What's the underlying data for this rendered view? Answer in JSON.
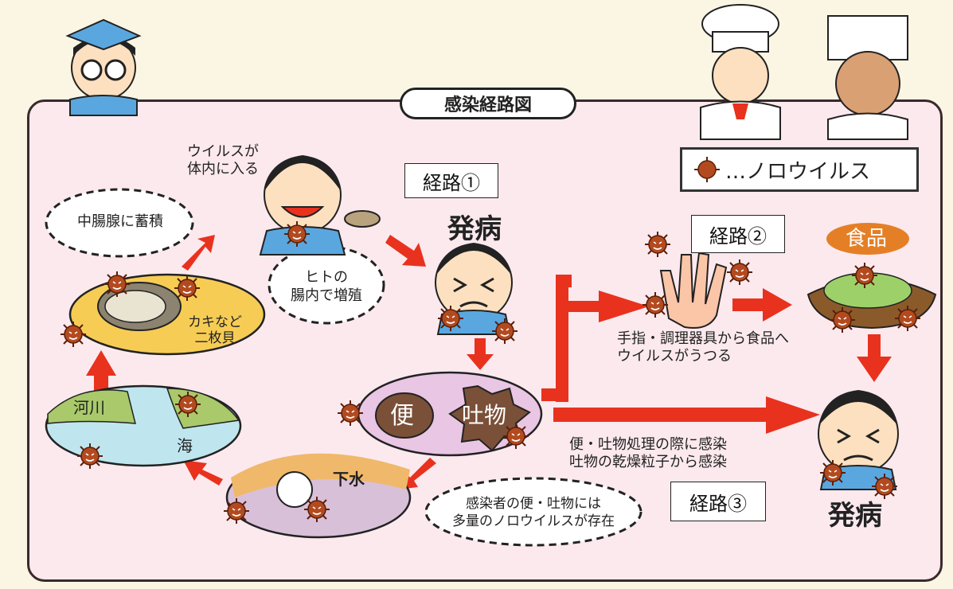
{
  "title": "感染経路図",
  "legend": {
    "icon": "norovirus-icon",
    "text": "…ノロウイルス"
  },
  "routes": {
    "route1": "経路①",
    "route2": "経路②",
    "route3": "経路③"
  },
  "labels": {
    "virus_enters_line1": "ウイルスが",
    "virus_enters_line2": "体内に入る",
    "onset_top": "発病",
    "onset_bottom": "発病",
    "multiply_line1": "ヒトの",
    "multiply_line2": "腸内で増殖",
    "accumulate": "中腸腺に蓄積",
    "oyster_line1": "カキなど",
    "oyster_line2": "二枚貝",
    "river": "河川",
    "sea": "海",
    "stool": "便",
    "vomit": "吐物",
    "sewage": "下水",
    "food": "食品",
    "hands_line1": "手指・調理器具から食品へ",
    "hands_line2": "ウイルスがうつる",
    "handling_line1": "便・吐物処理の際に感染",
    "handling_line2": "吐物の乾燥粒子から感染",
    "infected_line1": "感染者の便・吐物には",
    "infected_line2": "多量のノロウイルスが存在"
  },
  "colors": {
    "panel": "#fbe9ee",
    "arrow": "#e8321e",
    "oval": "#f6cc55",
    "virus": "#b34a1f",
    "food_pill": "#e57f26",
    "sea": "#bfe6ef",
    "land": "#a9c96b"
  }
}
